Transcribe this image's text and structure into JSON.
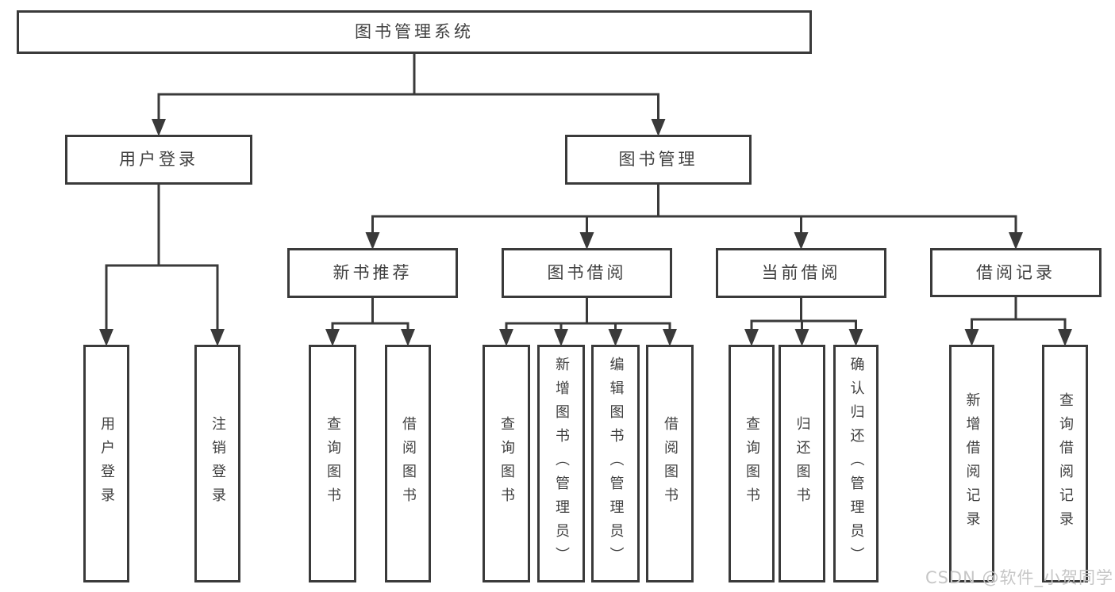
{
  "diagram": {
    "title_label": "图书管理系统",
    "watermark": "CSDN @软件_小贺同学",
    "colors": {
      "line": "#3a3a3a",
      "text": "#404040",
      "box_background": "#ffffff",
      "page_background": "#ffffff",
      "watermark": "#c6c6c6"
    }
  },
  "nodes": [
    {
      "id": "root",
      "label": "图书管理系统",
      "orientation": "horizontal"
    },
    {
      "id": "user-login",
      "label": "用户登录",
      "orientation": "horizontal"
    },
    {
      "id": "book-management",
      "label": "图书管理",
      "orientation": "horizontal"
    },
    {
      "id": "new-book-recommend",
      "label": "新书推荐",
      "orientation": "horizontal"
    },
    {
      "id": "book-borrowing",
      "label": "图书借阅",
      "orientation": "horizontal"
    },
    {
      "id": "current-borrowing",
      "label": "当前借阅",
      "orientation": "horizontal"
    },
    {
      "id": "borrowing-records",
      "label": "借阅记录",
      "orientation": "horizontal"
    },
    {
      "id": "leaf-user-login",
      "label": "用户登录",
      "orientation": "vertical"
    },
    {
      "id": "leaf-logout",
      "label": "注销登录",
      "orientation": "vertical"
    },
    {
      "id": "leaf-query-books-1",
      "label": "查询图书",
      "orientation": "vertical"
    },
    {
      "id": "leaf-borrow-books-1",
      "label": "借阅图书",
      "orientation": "vertical"
    },
    {
      "id": "leaf-query-books-2",
      "label": "查询图书",
      "orientation": "vertical"
    },
    {
      "id": "leaf-add-books",
      "label": "新增图书（管理员）",
      "orientation": "vertical"
    },
    {
      "id": "leaf-edit-books",
      "label": "编辑图书（管理员）",
      "orientation": "vertical"
    },
    {
      "id": "leaf-borrow-books-2",
      "label": "借阅图书",
      "orientation": "vertical"
    },
    {
      "id": "leaf-query-books-3",
      "label": "查询图书",
      "orientation": "vertical"
    },
    {
      "id": "leaf-return-books",
      "label": "归还图书",
      "orientation": "vertical"
    },
    {
      "id": "leaf-confirm-return",
      "label": "确认归还（管理员）",
      "orientation": "vertical"
    },
    {
      "id": "leaf-add-borrow-record",
      "label": "新增借阅记录",
      "orientation": "vertical"
    },
    {
      "id": "leaf-query-borrow-record",
      "label": "查询借阅记录",
      "orientation": "vertical"
    }
  ],
  "edges": [
    {
      "from": "root",
      "to": [
        "user-login",
        "book-management"
      ]
    },
    {
      "from": "user-login",
      "to": [
        "leaf-user-login",
        "leaf-logout"
      ]
    },
    {
      "from": "book-management",
      "to": [
        "new-book-recommend",
        "book-borrowing",
        "current-borrowing",
        "borrowing-records"
      ]
    },
    {
      "from": "new-book-recommend",
      "to": [
        "leaf-query-books-1",
        "leaf-borrow-books-1"
      ]
    },
    {
      "from": "book-borrowing",
      "to": [
        "leaf-query-books-2",
        "leaf-add-books",
        "leaf-edit-books",
        "leaf-borrow-books-2"
      ]
    },
    {
      "from": "current-borrowing",
      "to": [
        "leaf-query-books-3",
        "leaf-return-books",
        "leaf-confirm-return"
      ]
    },
    {
      "from": "borrowing-records",
      "to": [
        "leaf-add-borrow-record",
        "leaf-query-borrow-record"
      ]
    }
  ]
}
